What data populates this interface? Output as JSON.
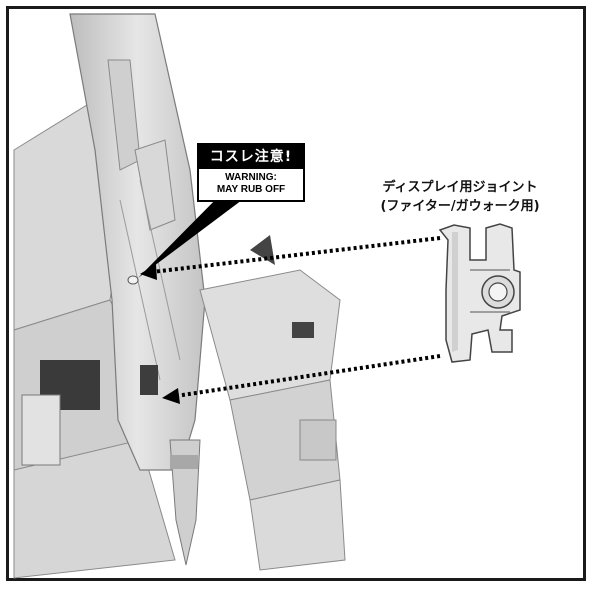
{
  "warning": {
    "title": "コスレ注意!",
    "line1": "WARNING:",
    "line2": "MAY RUB OFF"
  },
  "part": {
    "line1": "ディスプレイ用ジョイント",
    "line2": "(ファイター/ガウォーク用)"
  }
}
